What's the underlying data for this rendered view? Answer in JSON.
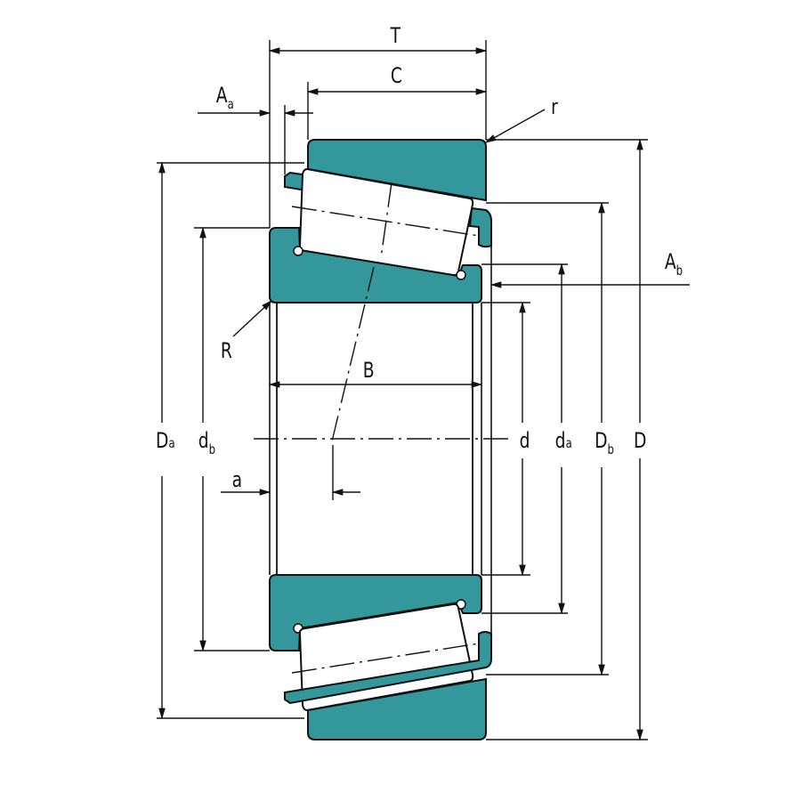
{
  "labels": {
    "T": "T",
    "C": "C",
    "Aa": {
      "main": "A",
      "sub": "a"
    },
    "r": "r",
    "Ab": {
      "main": "A",
      "sub": "b"
    },
    "R": "R",
    "B": "B",
    "Da": {
      "main": "D",
      "sub": "a"
    },
    "db": {
      "main": "d",
      "sub": "b"
    },
    "a": "a",
    "d": "d",
    "da": {
      "main": "d",
      "sub": "a"
    },
    "Db": {
      "main": "D",
      "sub": "b"
    },
    "D": "D"
  },
  "colors": {
    "fill": "#33979b",
    "outline": "#111111",
    "background": "#ffffff"
  }
}
